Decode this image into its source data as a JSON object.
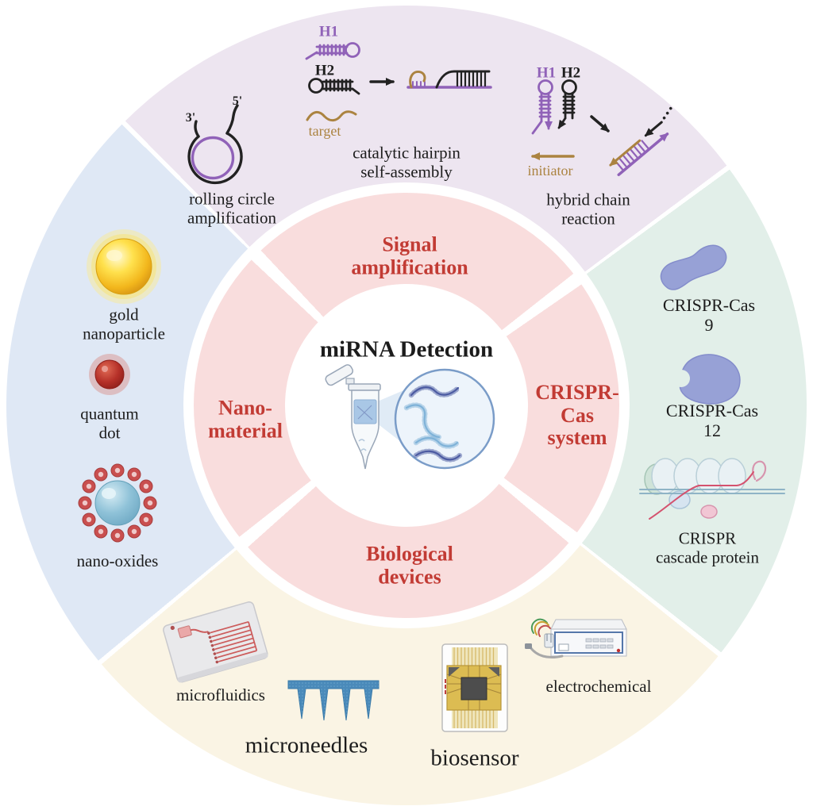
{
  "title": "miRNA Detection",
  "inner_ring": {
    "top": "Signal\namplification",
    "right": "CRISPR-\nCas\nsystem",
    "bottom": "Biological\ndevices",
    "left": "Nano-\nmaterial"
  },
  "signal": {
    "rca": {
      "label": "rolling circle\namplification",
      "end3": "3'",
      "end5": "5'"
    },
    "chsa": {
      "label": "catalytic hairpin\nself-assembly",
      "h1": "H1",
      "h2": "H2",
      "target": "target"
    },
    "hcr": {
      "label": "hybrid chain\nreaction",
      "h1": "H1",
      "h2": "H2",
      "initiator": "initiator"
    }
  },
  "crispr": {
    "cas9_label": "CRISPR-Cas 9",
    "cas12_label": "CRISPR-Cas 12",
    "cascade_label": "CRISPR\ncascade protein"
  },
  "nano": {
    "gold_label": "gold\nnanoparticle",
    "qdot_label": "quantum\ndot",
    "oxides_label": "nano-oxides"
  },
  "bio": {
    "microfluidics_label": "microfluidics",
    "microneedles_label": "microneedles",
    "biosensor_label": "biosensor",
    "electrochemical_label": "electrochemical"
  },
  "colors": {
    "accent_red": "#c23b34",
    "section_lavender": "#ede5f0",
    "section_teal": "#e2efe9",
    "section_cream": "#faf4e4",
    "section_blue": "#dfe8f5",
    "ring_pink": "#f9dddd",
    "purple": "#9062b8",
    "tan": "#ab8340"
  }
}
